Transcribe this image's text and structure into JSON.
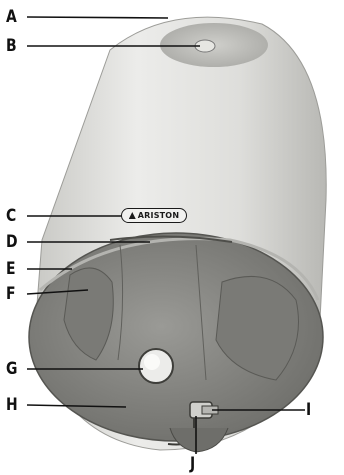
{
  "figure": {
    "callouts": [
      {
        "id": "A",
        "label": "A"
      },
      {
        "id": "B",
        "label": "B"
      },
      {
        "id": "C",
        "label": "C"
      },
      {
        "id": "D",
        "label": "D"
      },
      {
        "id": "E",
        "label": "E"
      },
      {
        "id": "F",
        "label": "F"
      },
      {
        "id": "G",
        "label": "G"
      },
      {
        "id": "H",
        "label": "H"
      },
      {
        "id": "I",
        "label": "I"
      },
      {
        "id": "J",
        "label": "J"
      }
    ],
    "brand_text": "ARISTON",
    "colors": {
      "tank_body": "#e3e3df",
      "end_cap": "#8a8a86",
      "leader_line": "#111111"
    }
  }
}
